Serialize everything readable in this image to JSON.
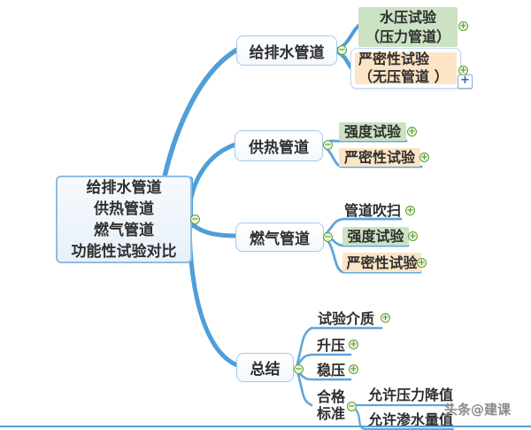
{
  "root": {
    "line1": "给排水管道",
    "line2": "供热管道",
    "line3": "燃气管道",
    "line4": "功能性试验对比"
  },
  "branches": {
    "water": {
      "label": "给排水管道"
    },
    "heating": {
      "label": "供热管道"
    },
    "gas": {
      "label": "燃气管道"
    },
    "summary": {
      "label": "总结"
    }
  },
  "topics": {
    "water_pressure": {
      "line1": "水压试验",
      "line2": "（压力管道）"
    },
    "water_tightness": {
      "line1": "严密性试验",
      "line2": "（无压管道 ）"
    },
    "heating_strength": {
      "label": "强度试验"
    },
    "heating_tightness": {
      "label": "严密性试验"
    },
    "gas_purge": {
      "label": "管道吹扫"
    },
    "gas_strength": {
      "label": "强度试验"
    },
    "gas_tightness": {
      "label": "严密性试验"
    },
    "summary_medium": {
      "label": "试验介质"
    },
    "summary_pressure_rise": {
      "label": "升压"
    },
    "summary_pressure_hold": {
      "label": "稳压"
    },
    "summary_standard": {
      "line1": "合格",
      "line2": "标准"
    },
    "allow_pressure_drop": {
      "label": "允许压力降值"
    },
    "allow_seepage": {
      "label": "允许渗水量值"
    }
  },
  "icons": {
    "collapse": "−",
    "expand": "+",
    "add_child": "+"
  },
  "watermark": {
    "text": "头条@建课"
  },
  "colors": {
    "branch-line": "#4F9ED9",
    "leaf-line": "#5FA5DC",
    "node-border": "#A6C8EA",
    "root-border": "#8FBCE6",
    "green-fill": "#CBE2C3",
    "orange-fill": "#FBE5C6",
    "icon-green": "#56A23C",
    "icon-fill": "#EFF5D8",
    "add-blue": "#2F66B8",
    "text": "#2E2E2E",
    "watermark": "#8A8A8A"
  }
}
